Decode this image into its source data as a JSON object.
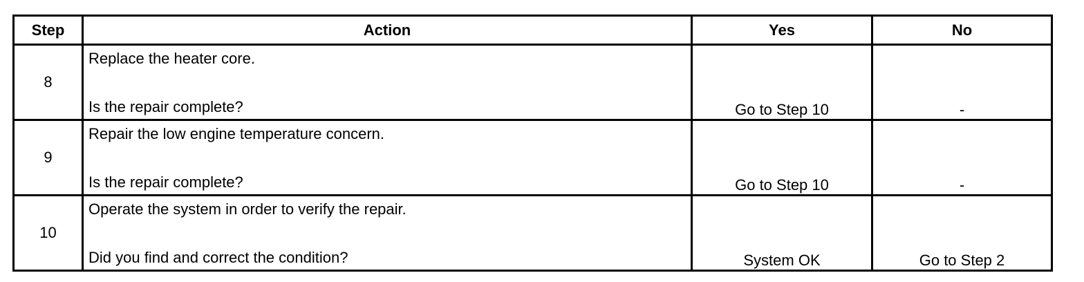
{
  "table": {
    "headers": {
      "step": "Step",
      "action": "Action",
      "yes": "Yes",
      "no": "No"
    },
    "rows": [
      {
        "step": "8",
        "action": "Replace the heater core.",
        "question": "Is the repair complete?",
        "yes": "Go to Step 10",
        "no": "-"
      },
      {
        "step": "9",
        "action": "Repair the low engine temperature concern.",
        "question": "Is the repair complete?",
        "yes": "Go to Step 10",
        "no": "-"
      },
      {
        "step": "10",
        "action": "Operate the system in order to verify the repair.",
        "question": "Did you find and correct the condition?",
        "yes": "System OK",
        "no": "Go to Step 2"
      }
    ]
  }
}
